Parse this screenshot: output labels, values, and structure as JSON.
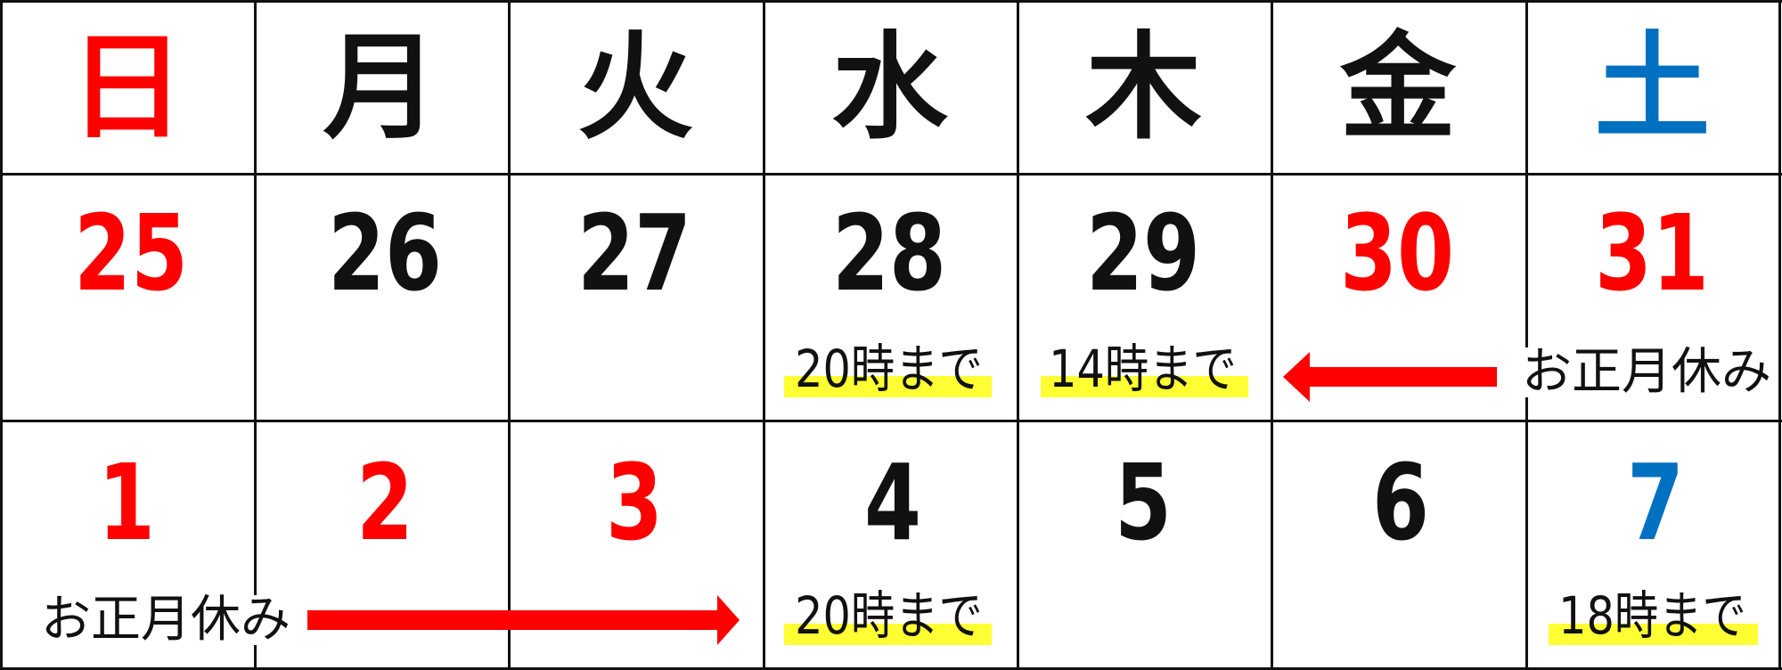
{
  "colors": {
    "sunday": "#ff0000",
    "saturday": "#0070c0",
    "weekday": "#111111",
    "holiday": "#ff0000",
    "highlight": "#ffff33",
    "arrow": "#ff0000"
  },
  "weekdays": [
    "日",
    "月",
    "火",
    "水",
    "木",
    "金",
    "土"
  ],
  "week1": {
    "days": [
      "25",
      "26",
      "27",
      "28",
      "29",
      "30",
      "31"
    ],
    "day_colors": [
      "#ff0000",
      "#111111",
      "#111111",
      "#111111",
      "#111111",
      "#ff0000",
      "#ff0000"
    ],
    "notes": {
      "wed": "20時まで",
      "thu": "14時まで"
    },
    "holiday_label": "お正月休み"
  },
  "week2": {
    "days": [
      "1",
      "2",
      "3",
      "4",
      "5",
      "6",
      "7"
    ],
    "day_colors": [
      "#ff0000",
      "#ff0000",
      "#ff0000",
      "#111111",
      "#111111",
      "#111111",
      "#0070c0"
    ],
    "notes": {
      "wed": "20時まで",
      "sat": "18時まで"
    },
    "holiday_label": "お正月休み"
  }
}
